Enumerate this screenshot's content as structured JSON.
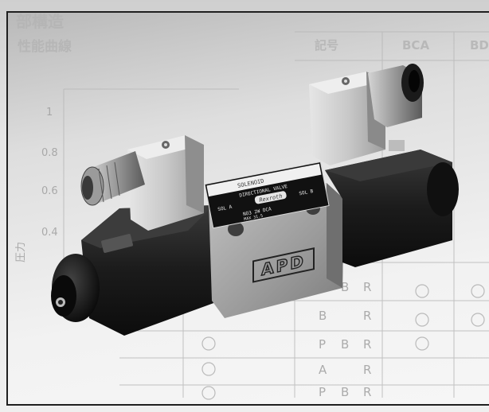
{
  "document": {
    "heading_top": "部構造",
    "heading_left": "性能曲線",
    "right_header_1": "記号",
    "right_header_2": "BCA",
    "right_header_3": "BD",
    "y_axis_label": "圧力",
    "y_ticks": [
      "1",
      "0.8",
      "0.6",
      "0.4"
    ],
    "table_rows": [
      [
        "A",
        "B",
        "R"
      ],
      [
        "B",
        "R"
      ],
      [
        "P",
        "B",
        "R"
      ],
      [
        "A",
        "R"
      ],
      [
        "P",
        "B",
        "R"
      ]
    ]
  },
  "product": {
    "brand_mark": "APD",
    "nameplate_title": "SOLENOID",
    "nameplate_subtitle": "DIRECTIONAL VALVE",
    "nameplate_brand": "Rexroth",
    "nameplate_sol_a": "SOL A",
    "nameplate_sol_b": "SOL B",
    "nameplate_model": "NO3 2W DCA",
    "nameplate_model_2": "MAX 31.5"
  },
  "colors": {
    "body": "#1b1b1b",
    "center_block": "#9a9a9a",
    "coil": "#c9c9c9"
  }
}
